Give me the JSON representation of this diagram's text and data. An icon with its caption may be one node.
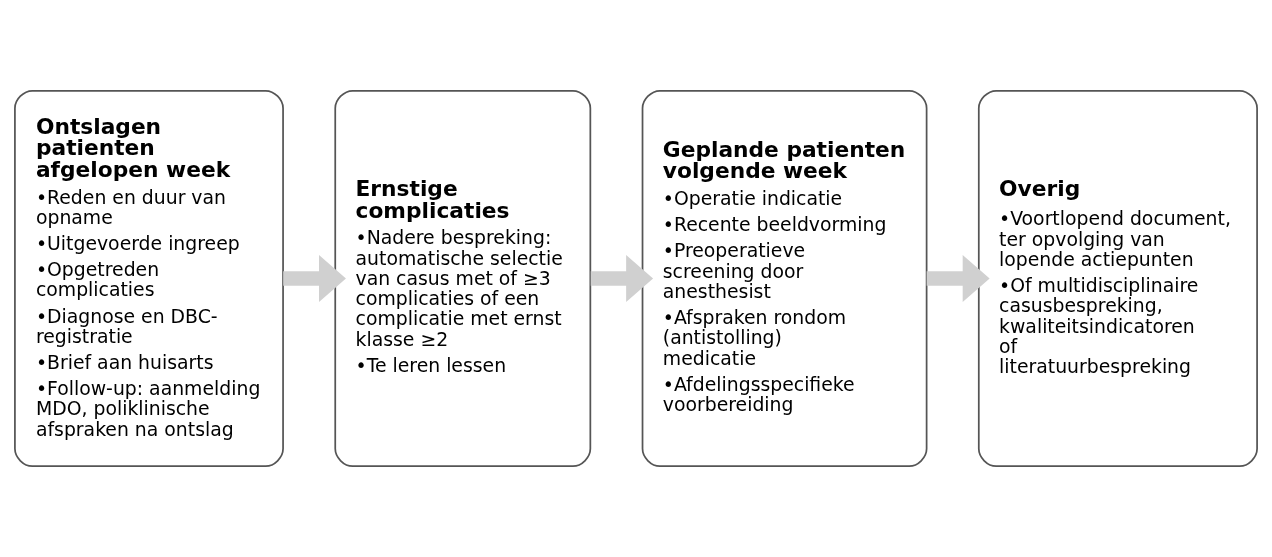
{
  "diagram": {
    "nodes": [
      {
        "text": [
          "Ontslagen patienten afgelopen week",
          "•Reden en duur van opname",
          "•Uitgevoerde ingreep",
          "•Opgetreden complicaties",
          "•Diagnose en DBC-registratie",
          "•Brief aan huisarts",
          "•Follow-up: aanmelding MDO, poliklinische afspraken na ontslag"
        ]
      },
      {
        "text": [
          "Ernstige complicaties",
          "•Nadere bespreking: automatische selectie van casus met of ≥3 complicaties of een complicatie met ernst klasse ≥2",
          "•Te leren lessen"
        ]
      },
      {
        "text": [
          "Geplande patienten volgende week",
          "•Operatie indicatie",
          "•Recente beeldvorming",
          "•Preoperatieve screening door anesthesist",
          "•Afspraken rondom (antistolling) medicatie",
          "•Afdelingsspecifieke voorbereiding"
        ]
      },
      {
        "text": [
          "Overig",
          "•Voortlopend document, ter opvolging van lopende actiepunten",
          "•Of multidisciplinaire casusbespreking, kwaliteitsindicatoren of literatuurbespreking"
        ]
      }
    ],
    "edges": [
      {
        "from": 0,
        "to": 1,
        "arrow": "to"
      },
      {
        "from": 1,
        "to": 2,
        "arrow": "to"
      },
      {
        "from": 2,
        "to": 3,
        "arrow": "to"
      }
    ]
  }
}
